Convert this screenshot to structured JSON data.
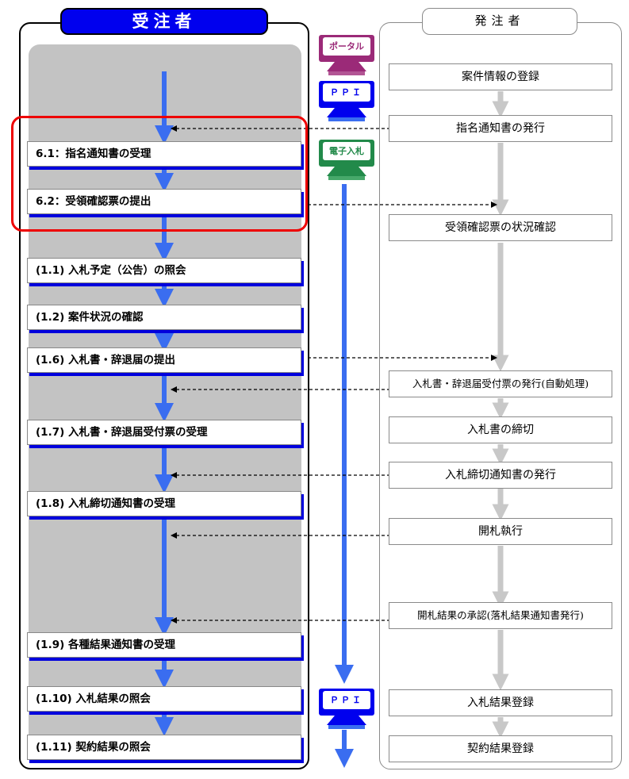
{
  "headers": {
    "contractor": "受注者",
    "orderer": "発注者"
  },
  "systems": {
    "portal": "ポータル",
    "ppi": "ＰＰＩ",
    "ebid": "電子入札"
  },
  "contractor_steps": [
    "6.1：指名通知書の受理",
    "6.2：受領確認票の提出",
    "(1.1) 入札予定（公告）の照会",
    "(1.2) 案件状況の確認",
    "(1.6) 入札書・辞退届の提出",
    "(1.7) 入札書・辞退届受付票の受理",
    "(1.8) 入札締切通知書の受理",
    "(1.9) 各種結果通知書の受理",
    "(1.10) 入札結果の照会",
    "(1.11) 契約結果の照会"
  ],
  "orderer_steps": [
    "案件情報の登録",
    "指名通知書の発行",
    "受領確認票の状況確認",
    "入札書・辞退届受付票の発行(自動処理)",
    "入札書の締切",
    "入札締切通知書の発行",
    "開札執行",
    "開札結果の承認(落札結果通知書発行)",
    "入札結果登録",
    "契約結果登録"
  ],
  "colors": {
    "contractor_header": "#0000ee",
    "flow_arrow": "#3a6df0",
    "orderer_arrow": "#c8c8c8",
    "highlight": "#ee0000",
    "portal": "#9b2a78",
    "ppi": "#0000ee",
    "ebid": "#228a4a"
  }
}
